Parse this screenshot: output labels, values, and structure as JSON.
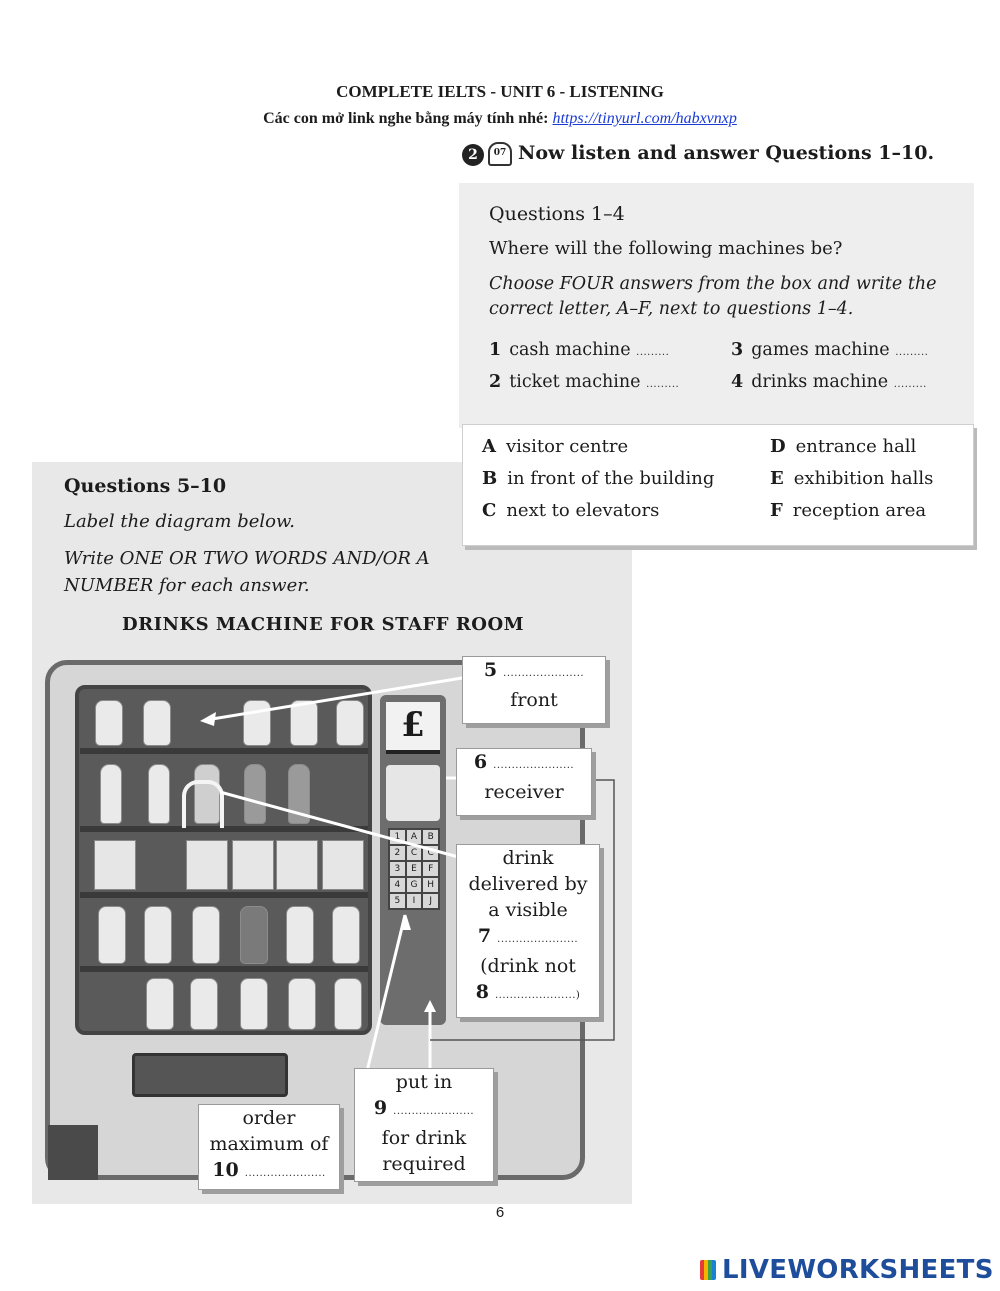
{
  "header": {
    "title": "COMPLETE IELTS - UNIT 6 - LISTENING",
    "subtitle_prefix": "Các con mở link nghe bằng máy tính nhé: ",
    "link": "https://tinyurl.com/habxvnxp"
  },
  "instruction": {
    "number": "2",
    "track": "07",
    "text": "Now listen and answer Questions 1–10."
  },
  "q1_4": {
    "title": "Questions 1–4",
    "question": "Where will the following machines be?",
    "directions": "Choose FOUR answers from the box and write the correct letter, A–F, next to questions 1–4.",
    "items": [
      {
        "num": "1",
        "label": "cash machine",
        "blank": "........."
      },
      {
        "num": "2",
        "label": "ticket machine",
        "blank": "........."
      },
      {
        "num": "3",
        "label": "games machine",
        "blank": "........."
      },
      {
        "num": "4",
        "label": "drinks machine",
        "blank": "........."
      }
    ],
    "options": [
      {
        "letter": "A",
        "text": "visitor centre"
      },
      {
        "letter": "B",
        "text": "in front of the building"
      },
      {
        "letter": "C",
        "text": "next to elevators"
      },
      {
        "letter": "D",
        "text": "entrance hall"
      },
      {
        "letter": "E",
        "text": "exhibition halls"
      },
      {
        "letter": "F",
        "text": "reception area"
      }
    ]
  },
  "q5_10": {
    "title": "Questions 5–10",
    "line1": "Label the diagram below.",
    "line2": "Write ONE OR TWO WORDS AND/OR A NUMBER for each answer.",
    "diagram_title": "DRINKS MACHINE FOR STAFF ROOM"
  },
  "machine": {
    "currency": "£",
    "keys": [
      "1",
      "A",
      "B",
      "2",
      "C",
      "C",
      "3",
      "E",
      "F",
      "4",
      "G",
      "H",
      "5",
      "I",
      "J"
    ]
  },
  "labels": {
    "l5_num": "5",
    "l5_blank": "......................",
    "l5_text": "front",
    "l6_num": "6",
    "l6_blank": "......................",
    "l6_text": "receiver",
    "l78_line1": "drink",
    "l78_line2": "delivered by",
    "l78_line3": "a visible",
    "l7_num": "7",
    "l7_blank": "......................",
    "l78_line5": "(drink not",
    "l8_num": "8",
    "l8_blank": "......................)",
    "l9_line1": "put in",
    "l9_num": "9",
    "l9_blank": "......................",
    "l9_line3": "for drink",
    "l9_line4": "required",
    "l10_line1": "order",
    "l10_line2": "maximum of",
    "l10_num": "10",
    "l10_blank": "......................"
  },
  "page_number": "6",
  "logo": "LIVEWORKSHEETS"
}
